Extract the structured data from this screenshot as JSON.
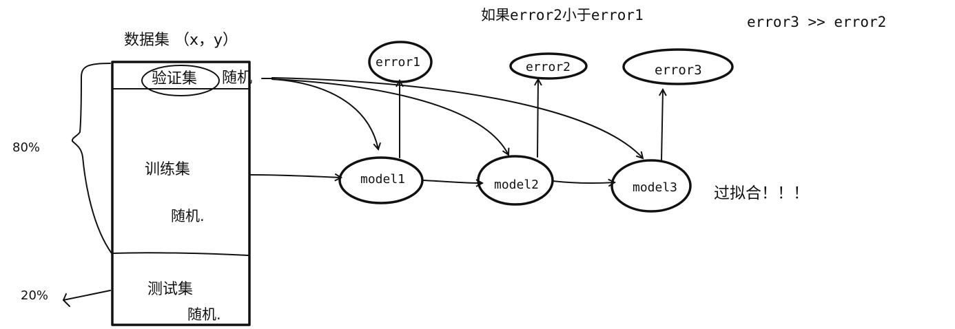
{
  "dataset": {
    "title": "数据集 （x，y）",
    "validation_label": "验证集",
    "validation_random": "随机",
    "train_label": "训练集",
    "train_random": "随机.",
    "test_label": "测试集",
    "test_random": "随机."
  },
  "split": {
    "train_pct": "80%",
    "test_pct": "20%"
  },
  "models": [
    {
      "label": "model1",
      "error": "error1"
    },
    {
      "label": "model2",
      "error": "error2"
    },
    {
      "label": "model3",
      "error": "error3"
    }
  ],
  "notes": {
    "compare_2_1": "如果error2小于error1",
    "compare_3_2": "error3 >> error2",
    "overfit": "过拟合！！！"
  },
  "colors": {
    "ink": "#111111",
    "background": "#ffffff"
  }
}
